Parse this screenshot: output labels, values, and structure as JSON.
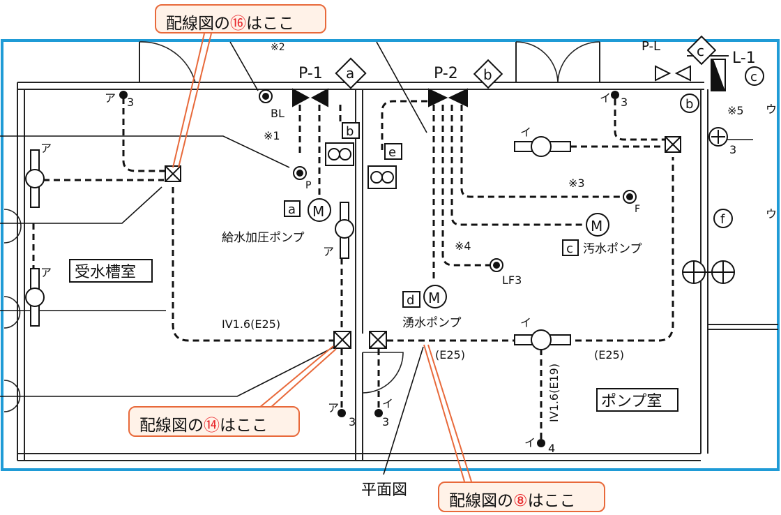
{
  "callouts": {
    "c16": {
      "prefix": "配線図の",
      "num": "⑯",
      "suffix": "はここ"
    },
    "c14": {
      "prefix": "配線図の",
      "num": "⑭",
      "suffix": "はここ"
    },
    "c8": {
      "prefix": "配線図の",
      "num": "⑧",
      "suffix": "はここ"
    }
  },
  "caption": "平面図",
  "rooms": {
    "left": "受水槽室",
    "right": "ポンプ室"
  },
  "pumps": {
    "p1": "P-1",
    "p2": "P-2",
    "l1": "L-1",
    "pl": "P-L",
    "supply": "給水加圧ポンプ",
    "sewage": "汚水ポンプ",
    "spring": "湧水ポンプ"
  },
  "tags": {
    "a": "a",
    "b": "b",
    "c": "c",
    "d": "d",
    "e": "e",
    "f": "f"
  },
  "labels": {
    "bl": "BL",
    "p": "P",
    "f": "F",
    "lf3": "LF3",
    "n1": "※1",
    "n2": "※2",
    "n3": "※3",
    "n4": "※4",
    "n5": "※5",
    "a3": "ア",
    "i3": "イ",
    "u": "ウ",
    "num3": "3",
    "num4": "4",
    "iv1": "IV1.6(E25)",
    "iv2": "IV1.6(E19)",
    "e25": "(E25)",
    "motor": "M"
  },
  "colors": {
    "border": "#1f9bd6",
    "accent": "#e8693a",
    "callout_bg": "#fff2e8",
    "number": "#e8262b"
  }
}
